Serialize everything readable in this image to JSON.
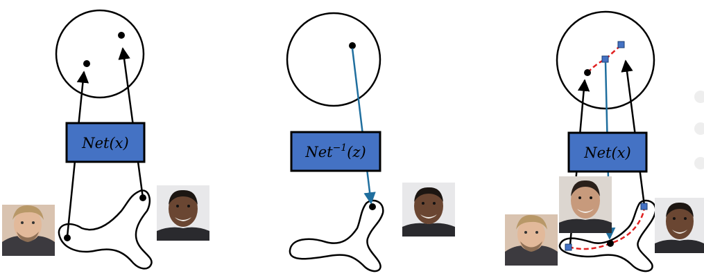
{
  "panels": {
    "encode": {
      "label": "Net(x)"
    },
    "decode": {
      "label_base": "Net",
      "label_exp": "−1",
      "label_arg": "(z)"
    },
    "interpolate": {
      "label": "Net(x)"
    }
  },
  "colors": {
    "box_fill": "#4472C4",
    "box_stroke": "#000000",
    "arrow_black": "#000000",
    "arrow_blue": "#1F6E9E",
    "interp_dash": "#E02020",
    "square_marker": "#4472C4"
  },
  "icons": {
    "face_a": "face-blond-man-icon",
    "face_b": "face-smiling-man-icon",
    "face_c": "face-dark-hair-man-icon"
  }
}
